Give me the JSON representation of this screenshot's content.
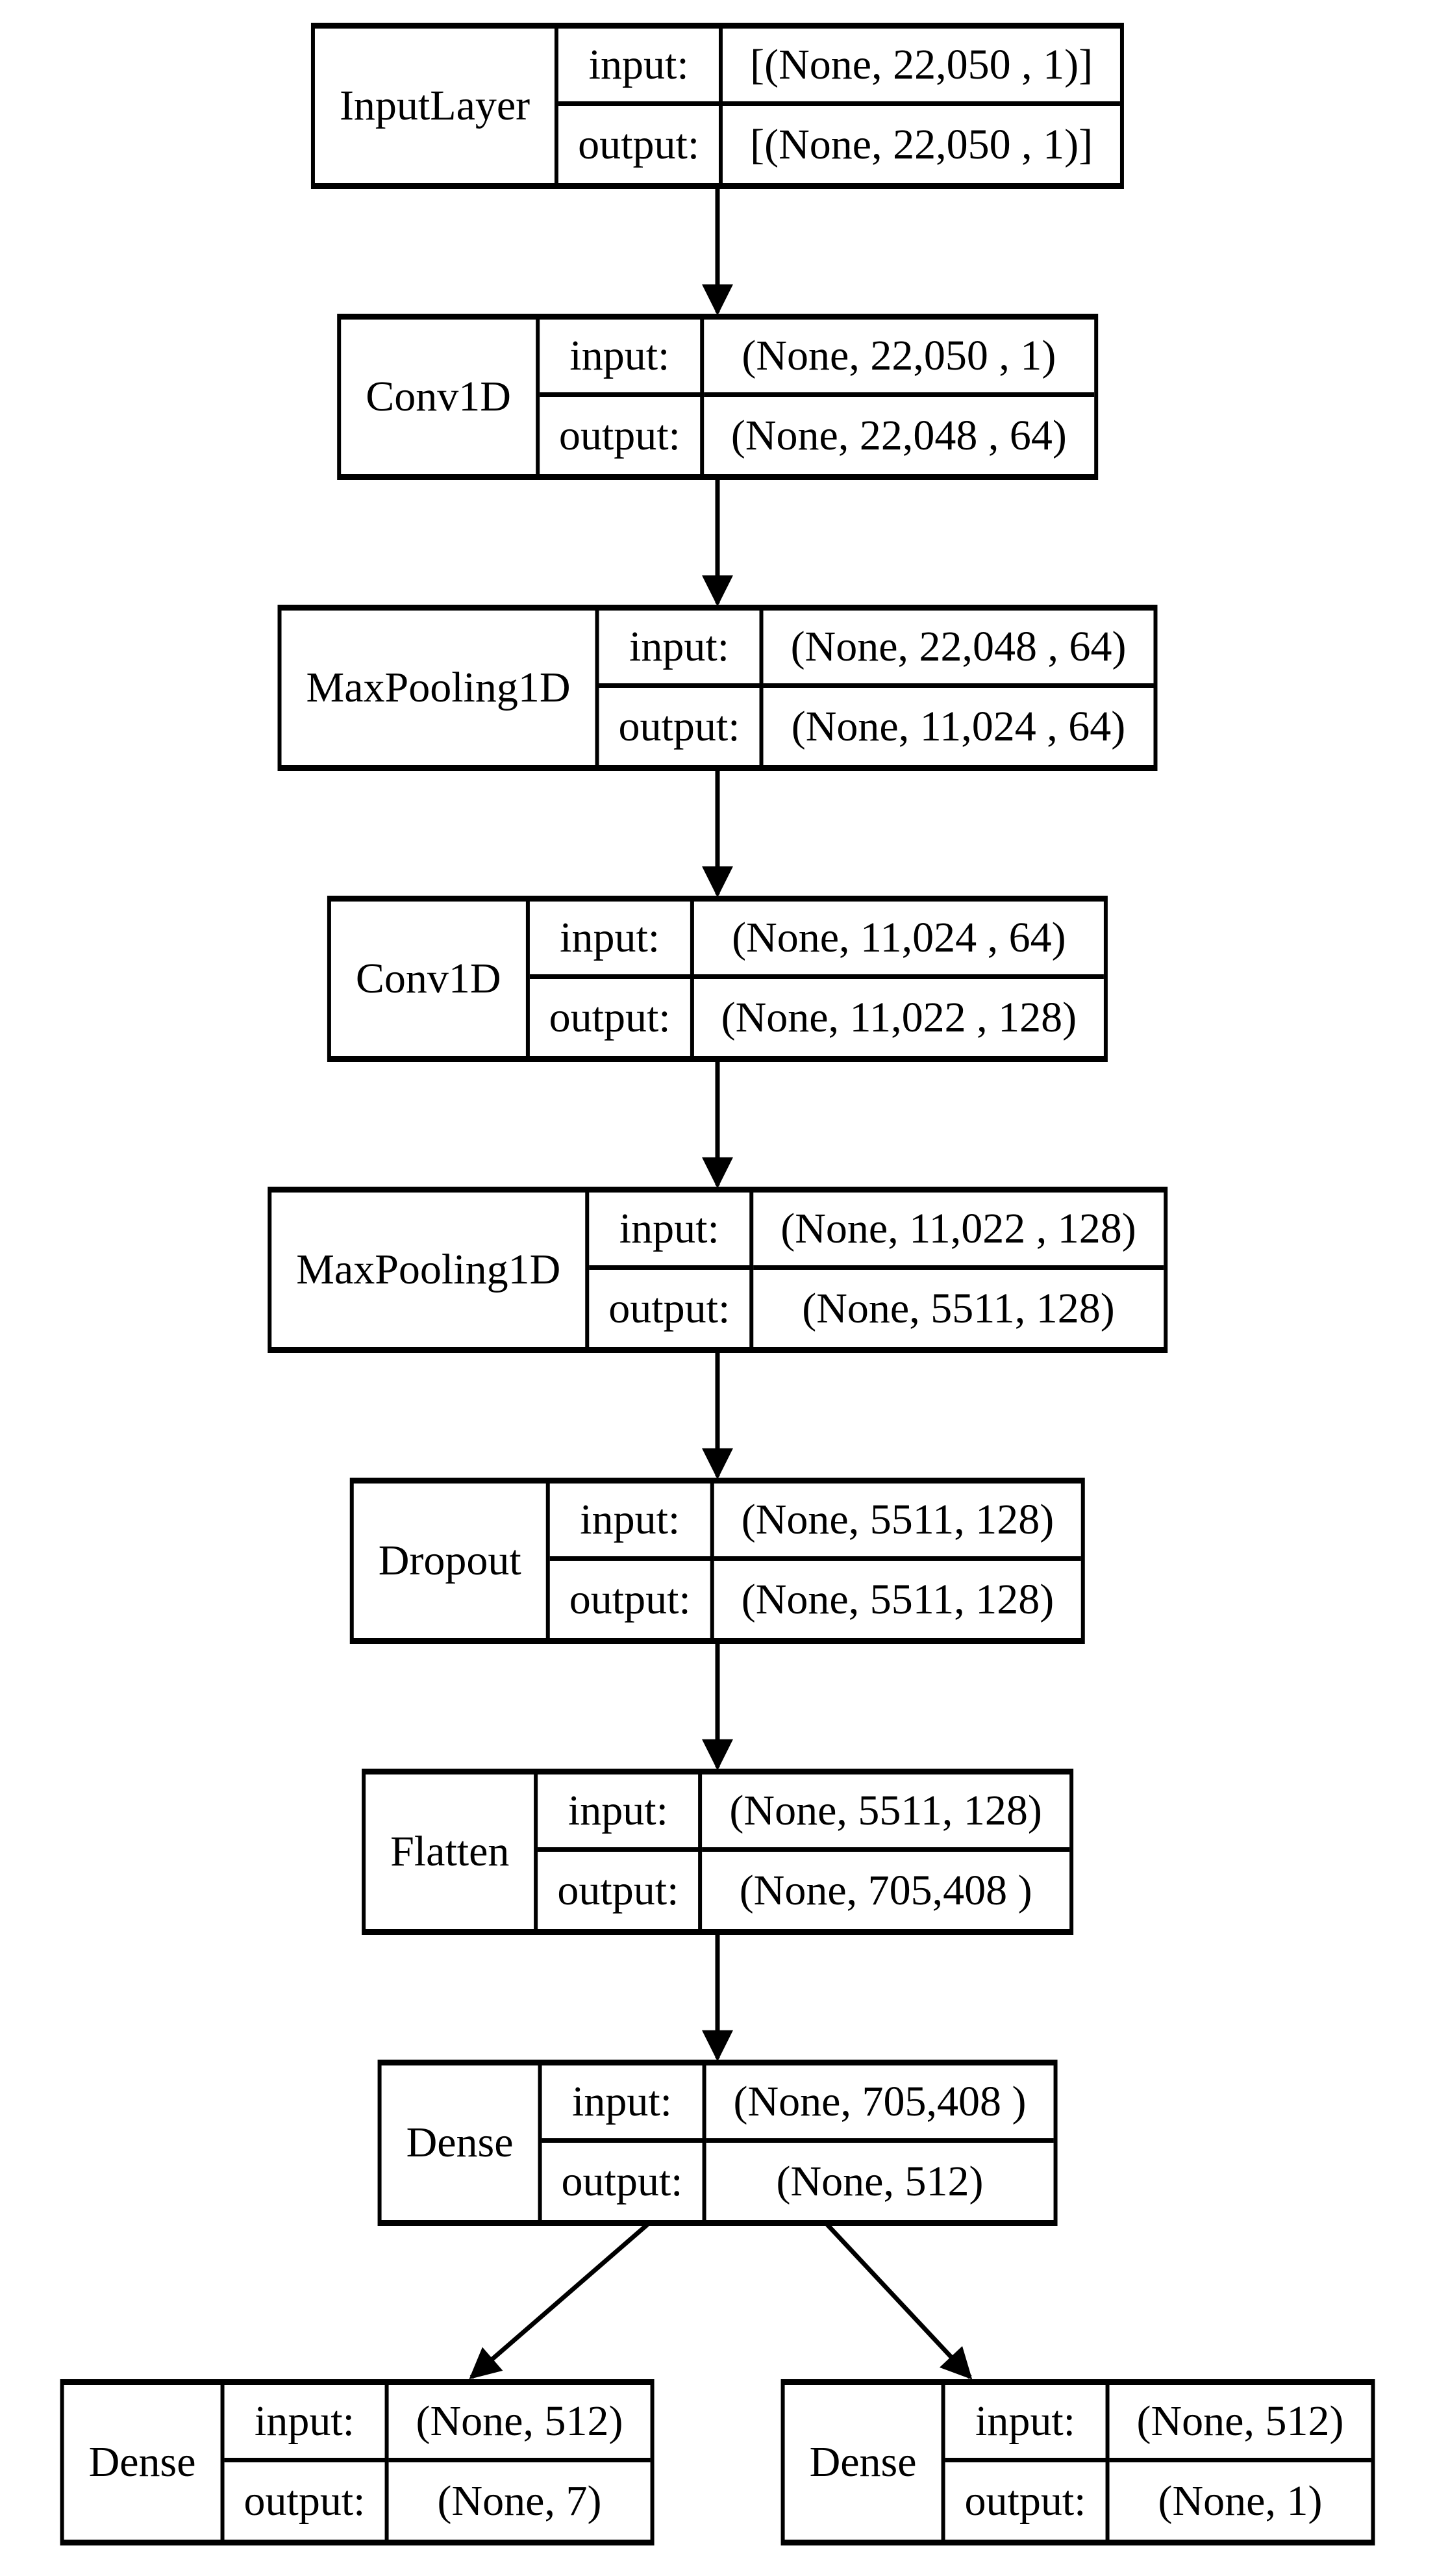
{
  "diagram_type": "neural-network-layer-graph",
  "colors": {
    "line": "#000000",
    "background": "#ffffff",
    "text": "#000000"
  },
  "labels": {
    "input": "input:",
    "output": "output:"
  },
  "layers": [
    {
      "name": "InputLayer",
      "input": "[(None, 22,050 , 1)]",
      "output": "[(None, 22,050 , 1)]"
    },
    {
      "name": "Conv1D",
      "input": "(None, 22,050 , 1)",
      "output": "(None, 22,048 , 64)"
    },
    {
      "name": "MaxPooling1D",
      "input": "(None, 22,048 , 64)",
      "output": "(None, 11,024 , 64)"
    },
    {
      "name": "Conv1D",
      "input": "(None, 11,024 , 64)",
      "output": "(None, 11,022 , 128)"
    },
    {
      "name": "MaxPooling1D",
      "input": "(None, 11,022 , 128)",
      "output": "(None, 5511, 128)"
    },
    {
      "name": "Dropout",
      "input": "(None, 5511, 128)",
      "output": "(None, 5511, 128)"
    },
    {
      "name": "Flatten",
      "input": "(None, 5511, 128)",
      "output": "(None, 705,408 )"
    },
    {
      "name": "Dense",
      "input": "(None, 705,408 )",
      "output": "(None, 512)"
    },
    {
      "name": "Dense",
      "input": "(None, 512)",
      "output": "(None, 7)"
    },
    {
      "name": "Dense",
      "input": "(None, 512)",
      "output": "(None, 1)"
    }
  ],
  "edges": [
    {
      "from": 0,
      "to": 1
    },
    {
      "from": 1,
      "to": 2
    },
    {
      "from": 2,
      "to": 3
    },
    {
      "from": 3,
      "to": 4
    },
    {
      "from": 4,
      "to": 5
    },
    {
      "from": 5,
      "to": 6
    },
    {
      "from": 6,
      "to": 7
    },
    {
      "from": 7,
      "to": 8
    },
    {
      "from": 7,
      "to": 9
    }
  ]
}
